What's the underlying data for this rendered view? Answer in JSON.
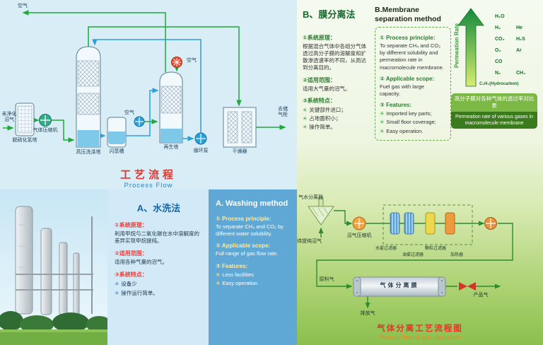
{
  "glyphs": {
    "bullet": "✳"
  },
  "flow1": {
    "title_cn": "工艺流程",
    "title_en": "Process Flow",
    "labels": {
      "air_top": "空气",
      "raw_gas": "未净化沼气",
      "h2s_tower": "脱硫化氢塔",
      "compressor": "气体压缩机",
      "wash_tower": "高压洗涤塔",
      "flash_tank": "闪蒸槽",
      "air_mid": "空气",
      "air_fan": "空气",
      "regen_tower": "再生塔",
      "pump": "循环泵",
      "dryer": "干燥器",
      "to_storage": "去储气柜"
    }
  },
  "panel_a": {
    "title_cn": "A、水洗法",
    "title_en": "A. Washing method",
    "cn": {
      "s1_head": "①系统原理：",
      "s1_body": "利用甲烷与二氧化碳在水中溶解度的差异实现甲烷提纯。",
      "s2_head": "②适用范围：",
      "s2_body": "适用各种气量的沼气。",
      "s3_head": "③系统特点：",
      "s3_items": [
        "设备少",
        "操作运行简单。"
      ]
    },
    "en": {
      "s1_head": "① Process principle:",
      "s1_body": "To separate CH₄ and CO₂ by different water solubility.",
      "s2_head": "② Applicable scope:",
      "s2_body": "Full range of gas flow rate.",
      "s3_head": "③ Features:",
      "s3_items": [
        "Less facilities",
        "Easy operation"
      ]
    }
  },
  "panel_b": {
    "title_cn": "B、膜分离法",
    "title_en": "B.Membrane separation method",
    "cn": {
      "s1_head": "①系统原理：",
      "s1_body": "根据混合气体中各组分气体透过高分子膜的溶解度和扩散渗透速率的不同，从而达到分离目的。",
      "s2_head": "②适用范围：",
      "s2_body": "适用大气量的沼气。",
      "s3_head": "③系统特点：",
      "s3_items": [
        "关键部件进口；",
        "占地面积小；",
        "操作简单。"
      ]
    },
    "en": {
      "s1_head": "① Process principle:",
      "s1_body": "To separate CH₄ and CO₂ by different solubility and permeation rate in macromolecule membrane.",
      "s2_head": "② Applicable scope:",
      "s2_body": "Fuel gas with large capacity.",
      "s3_head": "③ Features:",
      "s3_items": [
        "Imported key parts;",
        "Small floor coverage;",
        "Easy operation."
      ]
    },
    "chart": {
      "axis_label": "Permeation Rate",
      "rows": [
        {
          "c1": "H₂O",
          "c2": ""
        },
        {
          "c1": "H₂",
          "c2": "He"
        },
        {
          "c1": "CO₂",
          "c2": "H₂S"
        },
        {
          "c1": "O₂",
          "c2": "Ar"
        },
        {
          "c1": "CO",
          "c2": ""
        },
        {
          "c1": "N₂",
          "c2": "CH₄"
        },
        {
          "c1": "C₂H₄(Hydrocarbon)",
          "c2": ""
        }
      ],
      "caption_cn": "高分子膜对各种气体的透过率对比表",
      "caption_en": "Permeation rate of various gases in macromolecule membrane"
    },
    "flow2": {
      "title_cn": "气体分离工艺流程图",
      "title_en": "Process flow of gas separation",
      "labels": {
        "separator": "气水分离器",
        "feed": "待提纯沼气",
        "compressor": "沼气压缩机",
        "filter_water": "水雾过滤器",
        "filter_oil": "油雾过滤器",
        "filter_particle": "颗粒过滤器",
        "heater": "加热器",
        "membrane": "气体分离膜",
        "raw_gas": "原料气",
        "product_gas": "产品气",
        "exhaust_gas": "排放气"
      }
    }
  },
  "chart_data": {
    "type": "table",
    "title": "Permeation rate of various gases in macromolecule membrane",
    "axis_label": "Permeation Rate (high at top, low at bottom)",
    "ranking": [
      "H₂O",
      "H₂ / He",
      "CO₂ / H₂S",
      "O₂ / Ar",
      "CO",
      "N₂ / CH₄",
      "C₂H₄ (Hydrocarbon)"
    ]
  }
}
